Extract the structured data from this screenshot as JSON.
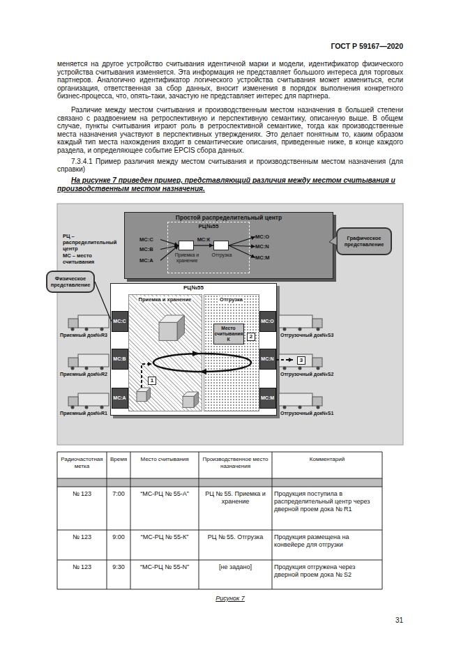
{
  "diagram": {
    "caption": "Рисунок 7",
    "nodes": [
      {
        "text": [
          "Простой распределительный центр"
        ]
      },
      {
        "text": [
          "РЦ№55"
        ],
        "in": 0
      },
      {
        "text": [
          "МС:С"
        ],
        "in": 0
      },
      {
        "text": [
          "МС:В"
        ],
        "in": 0
      },
      {
        "text": [
          "МС:А"
        ],
        "in": 0
      },
      {
        "text": [
          "Приемка и хранение"
        ],
        "in": 1
      },
      {
        "text": [
          "Отгрузка"
        ],
        "in": 1
      },
      {
        "text": [
          "МС:О"
        ],
        "in": 0
      },
      {
        "text": [
          "МС:N"
        ],
        "in": 0
      },
      {
        "text": [
          "МС:М"
        ],
        "in": 0
      },
      {
        "text": [
          "Графическое представление"
        ]
      },
      {
        "text": [
          "Физическое представление"
        ]
      },
      {
        "text": [
          "РЦ№55"
        ]
      },
      {
        "text": [
          "Приемка и хранение"
        ],
        "in": 12
      },
      {
        "text": [
          "Отгрузка"
        ],
        "in": 12
      },
      {
        "text": [
          "МС:С"
        ],
        "in": 12
      },
      {
        "text": [
          "МС:В"
        ],
        "in": 12
      },
      {
        "text": [
          "МС:А"
        ],
        "in": 12
      },
      {
        "text": [
          "МС:О"
        ],
        "in": 12
      },
      {
        "text": [
          "МС:N"
        ],
        "in": 12
      },
      {
        "text": [
          "МС:М"
        ],
        "in": 12
      },
      {
        "text": [
          "Место считывания К"
        ],
        "in": 14
      }
    ],
    "edges": [
      {
        "from": 2,
        "to": 5,
        "arrow": "to"
      },
      {
        "from": 3,
        "to": 5,
        "arrow": "to"
      },
      {
        "from": 4,
        "to": 5,
        "arrow": "to"
      },
      {
        "from": 5,
        "to": 6,
        "label": "МС:К",
        "arrow": "to"
      },
      {
        "from": 6,
        "to": 7,
        "arrow": "to"
      },
      {
        "from": 6,
        "to": 8,
        "arrow": "to"
      },
      {
        "from": 6,
        "to": 9,
        "arrow": "to"
      },
      {
        "from": 11,
        "to": 15,
        "arrow": "none"
      }
    ],
    "labels": [
      "ГОСТ Р 59167—2020",
      "меняется на другое устройство считывания идентичной марки и модели, идентификатор физического устройства считывания изменяется. Эта информация не представляет большого интереса для торговых партнеров. Аналогично идентификатор логического устройства считывания может измениться, если организация, ответственная за сбор данных, вносит изменения в порядок выполнения конкретного бизнес-процесса, что, опять-таки, зачастую не представляет интерес для партнера.",
      "Различие между местом считывания и производственным местом назначения в большей степени связано с раздвоением на ретроспективную и перспективную семантику, описанную выше. В общем случае, пункты считывания играют роль в ретроспективной семантике, тогда как производственные места назначения участвуют в перспективных утверждениях. Это делает понятным то, каким образом каждый тип места нахождения входит в семантические описания, приведенные ниже, в конце каждого раздела, и определяющее событие EPCIS сбора данных.",
      "7.3.4.1 Пример различия между местом считывания и производственным местом назначения (для справки)",
      "На рисунке 7 приведен пример, представляющий различия между местом считывания и производственным местом назначения.",
      "РЦ – распределительный центр",
      "МС – место считывания",
      "Приемный док№R3",
      "Приемный док№R2",
      "Приемный док№R1",
      "Отгрузочный док№S3",
      "Отгрузочный док№S2",
      "Отгрузочный док№S1",
      "1",
      "2",
      "3",
      "Радиочастотная метка",
      "Время",
      "Место считывания",
      "Производственное место назначения",
      "Комментарий",
      "№ 123",
      "7:00",
      "“МС-РЦ № 55-А”",
      "РЦ № 55. Приемка и хранение",
      "Продукция поступила в распределительный центр через дверной проем дока № R1",
      "№ 123",
      "9:00",
      "“МС-РЦ № 55-К”",
      "РЦ № 55. Отгрузка",
      "Продукция размещена на конвейере для отгрузки",
      "№ 123",
      "9:30",
      "“МС-РЦ № 55-N”",
      "[не задано]",
      "Продукция отгружена через дверной проем дока № S2",
      "31"
    ]
  }
}
